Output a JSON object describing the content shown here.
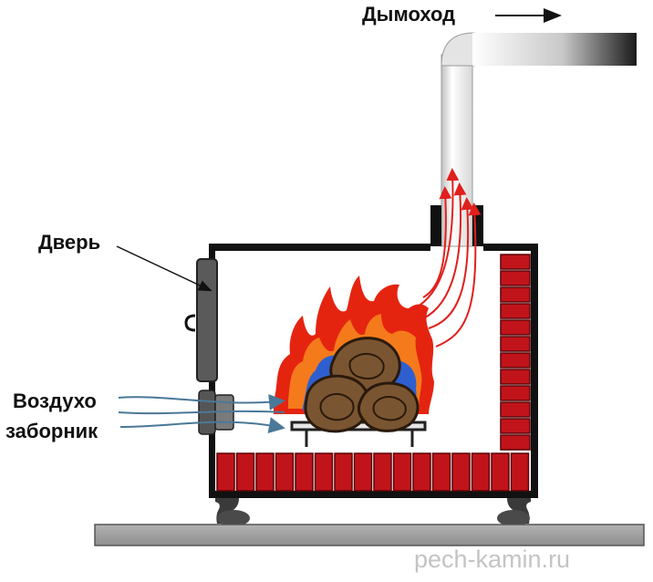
{
  "labels": {
    "chimney": "Дымоход",
    "door": "Дверь",
    "air_intake_line1": "Воздухо",
    "air_intake_line2": "заборник"
  },
  "watermark": "pech-kamin.ru",
  "colors": {
    "outline": "#111111",
    "brick": "#c0141a",
    "brick_dark": "#5a0508",
    "flame_red": "#e52410",
    "flame_orange": "#f47a1c",
    "flame_blue": "#2e5fd0",
    "log": "#7a5531",
    "air_arrow": "#4a7898",
    "smoke_arrow": "#e0201c",
    "floor": "#9a9a9a"
  }
}
